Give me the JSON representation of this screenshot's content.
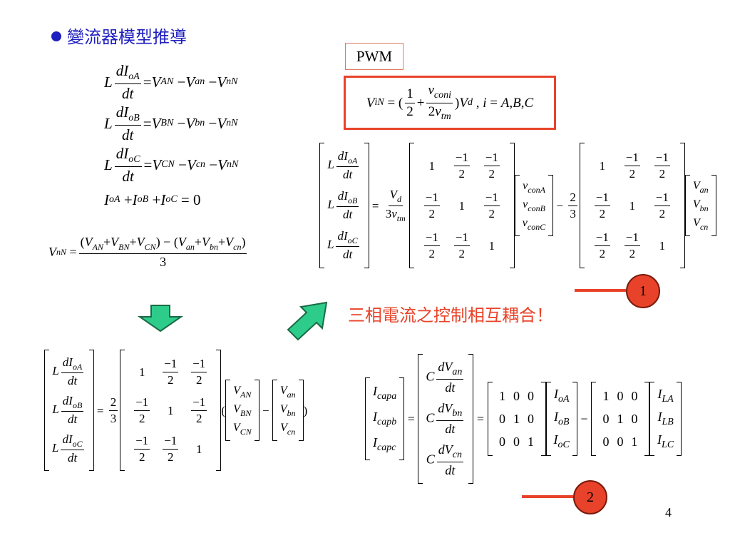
{
  "title": "變流器模型推導",
  "pwm_label": "PWM",
  "annotation": "三相電流之控制相互耦合！",
  "badges": [
    "1",
    "2"
  ],
  "page_number": "4",
  "colors": {
    "title": "#1f1fc0",
    "accent_red": "#e8432a",
    "arrow_green": "#2ecc8a"
  },
  "icons": [
    "down-arrow-icon",
    "up-right-arrow-icon"
  ]
}
